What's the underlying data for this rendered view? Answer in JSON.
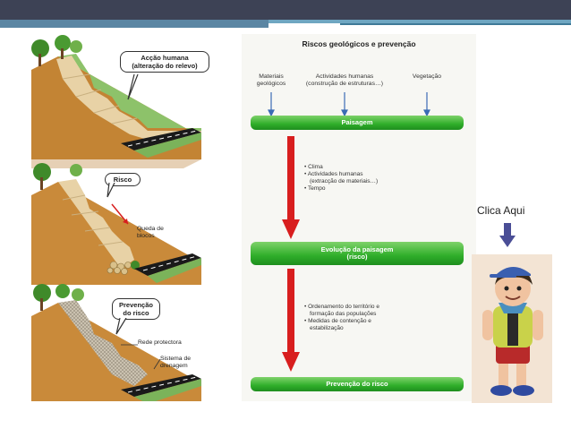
{
  "diagram": {
    "title": "Riscos geológicos e prevenção",
    "inputs": [
      {
        "line1": "Materiais",
        "line2": "geológicos"
      },
      {
        "line1": "Actividades humanas",
        "line2": "(construção de estruturas…)"
      },
      {
        "line1": "Vegetação",
        "line2": ""
      }
    ],
    "stage1": {
      "line1": "Paisagem",
      "line2": ""
    },
    "factors1": [
      "• Clima",
      "• Actividades humanas",
      "(extracção de materiais…)",
      "• Tempo"
    ],
    "stage2": {
      "line1": "Evolução da paisagem",
      "line2": "(risco)"
    },
    "factors2": [
      "• Ordenamento do território e",
      "formação das populações",
      "• Medidas de contenção e",
      "estabilização"
    ],
    "stage3": {
      "line1": "Prevenção do risco",
      "line2": ""
    }
  },
  "illustration": {
    "callout1": {
      "line1": "Acção humana",
      "line2": "(alteração do relevo)"
    },
    "callout2": "Risco",
    "label_queda": {
      "line1": "Queda de",
      "line2": "blocos"
    },
    "callout3": {
      "line1": "Prevenção",
      "line2": "do risco"
    },
    "label_rede": "Rede protectora",
    "label_sistema": {
      "line1": "Sistema de",
      "line2": "drenagem"
    }
  },
  "link": {
    "label": "Clica Aqui"
  },
  "colors": {
    "arrow_red": "#d81e1e",
    "bar_green": "#2fae2a",
    "topbar": "#3d4255",
    "accent": "#5b86a3"
  }
}
